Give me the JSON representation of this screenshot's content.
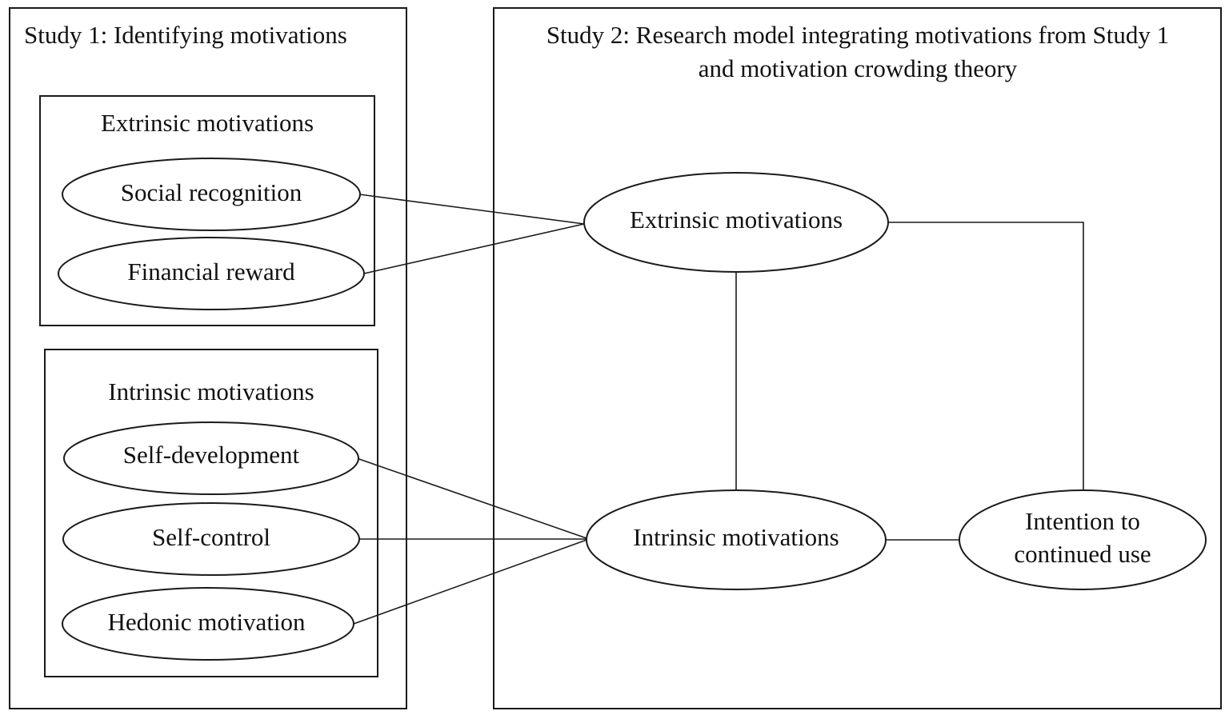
{
  "study1": {
    "title": "Study 1: Identifying motivations",
    "extrinsic_group": {
      "title": "Extrinsic motivations",
      "items": [
        "Social recognition",
        "Financial reward"
      ]
    },
    "intrinsic_group": {
      "title": "Intrinsic motivations",
      "items": [
        "Self-development",
        "Self-control",
        "Hedonic motivation"
      ]
    }
  },
  "study2": {
    "title_line1": "Study 2: Research model integrating motivations from Study 1",
    "title_line2": "and motivation crowding theory",
    "nodes": {
      "extrinsic": "Extrinsic motivations",
      "intrinsic": "Intrinsic motivations",
      "intention_line1": "Intention to",
      "intention_line2": "continued use"
    }
  }
}
